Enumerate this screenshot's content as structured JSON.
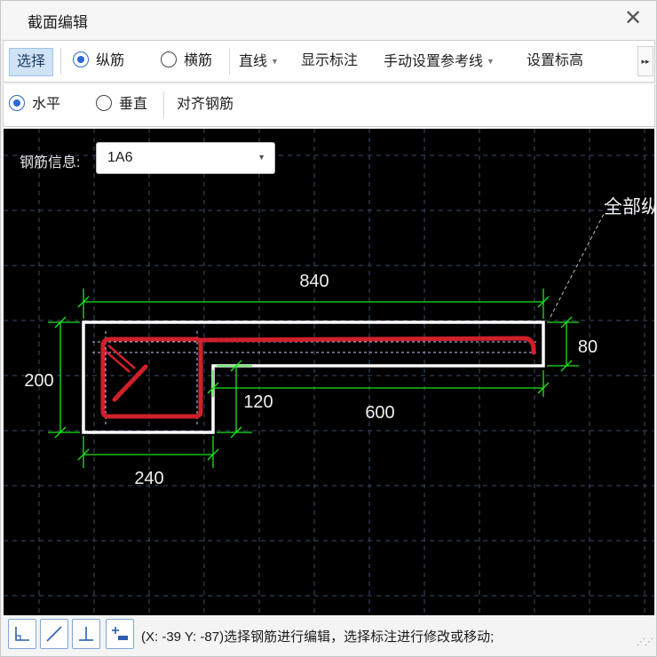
{
  "window": {
    "title": "截面编辑",
    "close_label": "✕"
  },
  "toolbar1": {
    "select_label": "选择",
    "longitudinal_label": "纵筋",
    "transverse_label": "横筋",
    "line_mode_label": "直线",
    "show_dims_label": "显示标注",
    "manual_ref_label": "手动设置参考线",
    "set_elevation_label": "设置标高",
    "more_label": "▸▸"
  },
  "toolbar2": {
    "horizontal_label": "水平",
    "vertical_label": "垂直",
    "align_label": "对齐钢筋"
  },
  "canvas": {
    "rebar_info_label": "钢筋信息:",
    "rebar_info_value": "1A6",
    "annotation_text": "全部纵",
    "dims": {
      "total_width": "840",
      "flange_thickness": "80",
      "height": "200",
      "step": "120",
      "flange_length": "600",
      "web_width": "240"
    }
  },
  "statusbar": {
    "coordinates": "(X: -39 Y: -87)",
    "message": "选择钢筋进行编辑，选择标注进行修改或移动;"
  },
  "colors": {
    "canvas_bg": "#000000",
    "outline": "#ffffff",
    "rebar": "#d0202a",
    "dimension": "#19e619",
    "grid": "#3c4b66",
    "accent": "#2a6ad1"
  }
}
